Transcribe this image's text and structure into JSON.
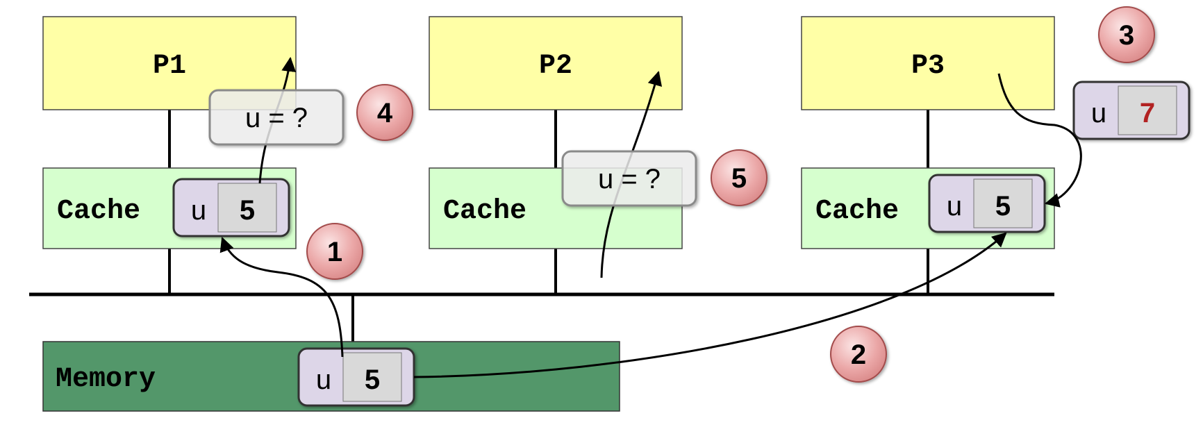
{
  "processors": [
    {
      "label": "P1"
    },
    {
      "label": "P2"
    },
    {
      "label": "P3"
    }
  ],
  "caches": [
    {
      "label": "Cache",
      "entry": {
        "var": "u",
        "value": "5"
      }
    },
    {
      "label": "Cache"
    },
    {
      "label": "Cache",
      "entry": {
        "var": "u",
        "value": "5"
      }
    }
  ],
  "memory": {
    "label": "Memory",
    "entry": {
      "var": "u",
      "value": "5"
    }
  },
  "p3_write": {
    "var": "u",
    "value": "7"
  },
  "reads": [
    {
      "text": "u = ?"
    },
    {
      "text": "u = ?"
    }
  ],
  "steps": [
    "1",
    "2",
    "3",
    "4",
    "5"
  ],
  "colors": {
    "processor": "#FFFFA6",
    "cache": "#D6FFCE",
    "memory": "#53976A",
    "entry_box": "#DDD6E8",
    "value_cell": "#D9D9D9",
    "step_circle": "#E8A0A0",
    "write_value": "#B22222"
  }
}
